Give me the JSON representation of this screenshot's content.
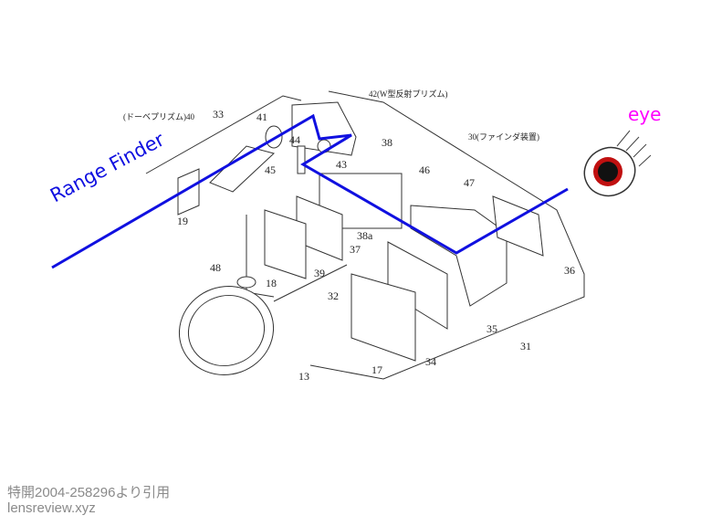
{
  "annotations": {
    "range_finder": "Range Finder",
    "eye": "eye",
    "ray_color": "#1010e0",
    "eye_label_color": "#ff00ff"
  },
  "labels": {
    "l42": "42(W型反射プリズム)",
    "l40": "(ドーベプリズム)40",
    "l33": "33",
    "l41": "41",
    "l44": "44",
    "l45": "45",
    "l43": "43",
    "l38": "38",
    "l30": "30(ファインダ装置)",
    "l46": "46",
    "l47": "47",
    "l19": "19",
    "l38a": "38a",
    "l37": "37",
    "l18": "18",
    "l39": "39",
    "l48": "48",
    "l32": "32",
    "l36": "36",
    "l35": "35",
    "l31": "31",
    "l34": "34",
    "l17": "17",
    "l13": "13"
  },
  "caption": {
    "source": "特開2004-258296より引用",
    "site": "lensreview.xyz"
  }
}
